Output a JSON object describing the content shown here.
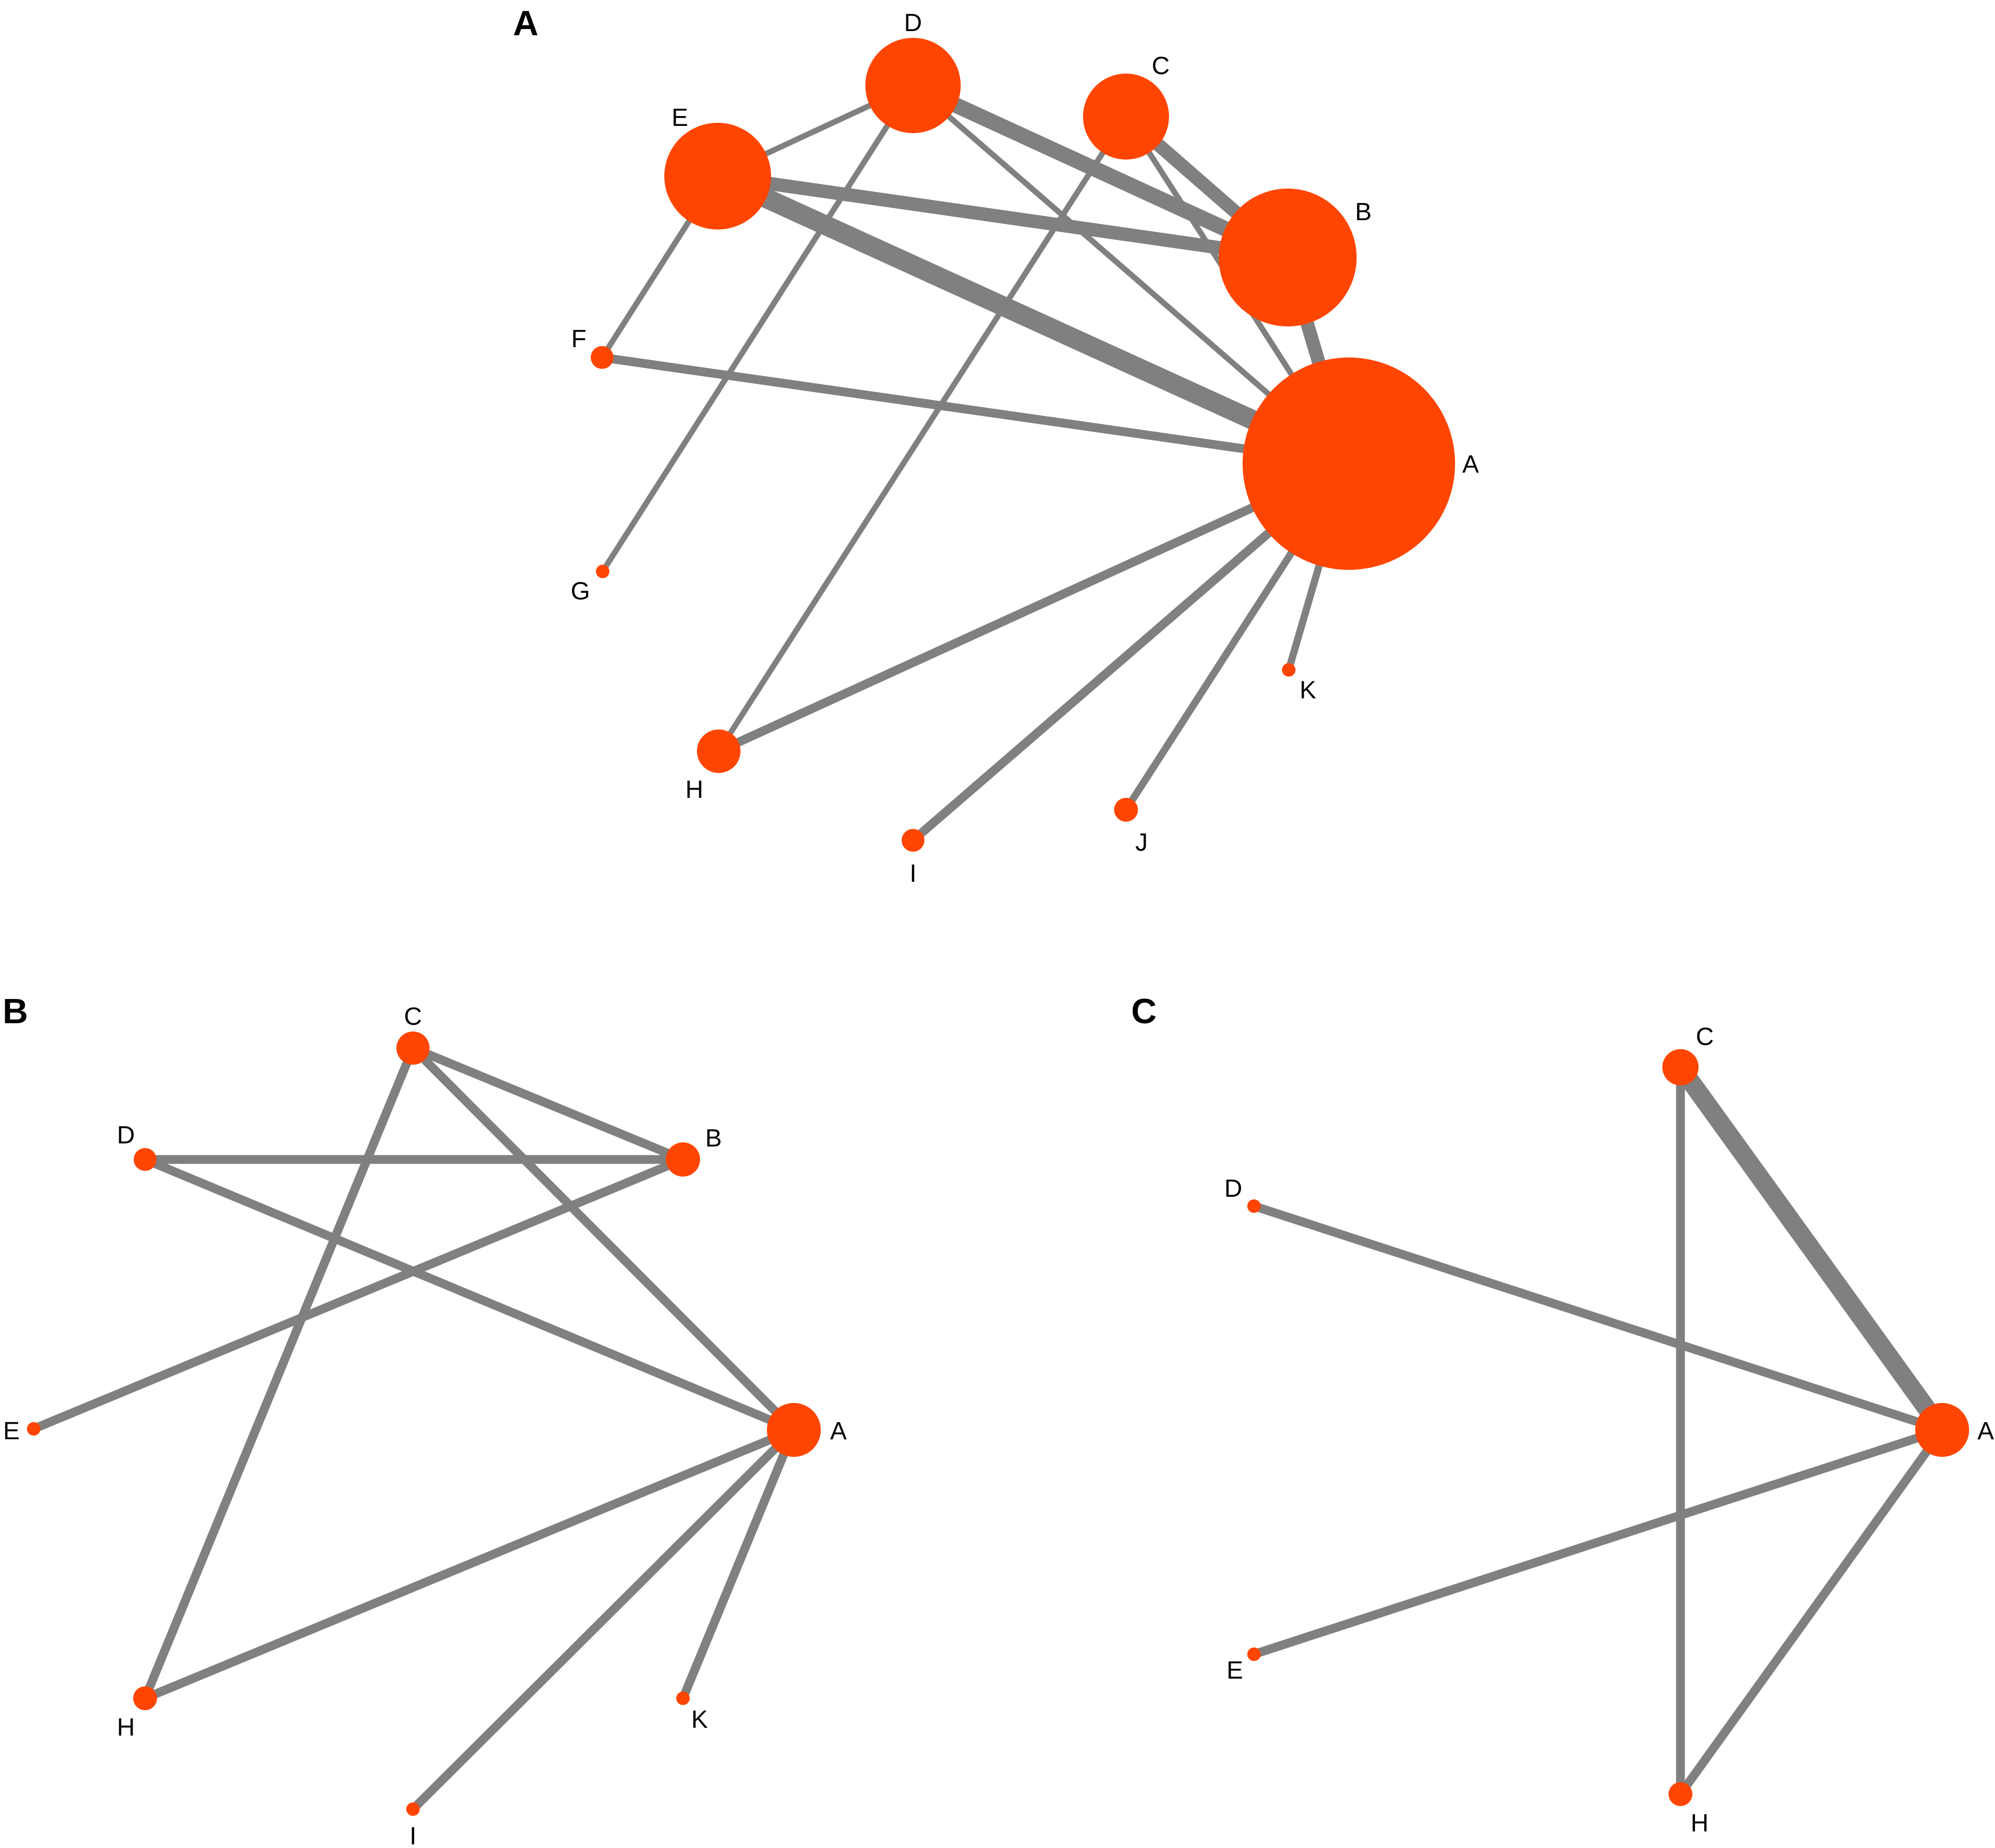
{
  "colors": {
    "node": "#FF4500",
    "edge": "#808080",
    "text": "#000000",
    "background": "#FFFFFF"
  },
  "panels": [
    {
      "label": "A",
      "nodes": [
        {
          "id": "A",
          "label": "A"
        },
        {
          "id": "B",
          "label": "B"
        },
        {
          "id": "C",
          "label": "C"
        },
        {
          "id": "D",
          "label": "D"
        },
        {
          "id": "E",
          "label": "E"
        },
        {
          "id": "F",
          "label": "F"
        },
        {
          "id": "G",
          "label": "G"
        },
        {
          "id": "H",
          "label": "H"
        },
        {
          "id": "I",
          "label": "I"
        },
        {
          "id": "J",
          "label": "J"
        },
        {
          "id": "K",
          "label": "K"
        }
      ],
      "edges": [
        {
          "from": "E",
          "to": "A"
        },
        {
          "from": "E",
          "to": "B"
        },
        {
          "from": "E",
          "to": "F"
        },
        {
          "from": "D",
          "to": "E"
        },
        {
          "from": "D",
          "to": "G"
        },
        {
          "from": "D",
          "to": "B"
        },
        {
          "from": "D",
          "to": "A"
        },
        {
          "from": "C",
          "to": "B"
        },
        {
          "from": "C",
          "to": "A"
        },
        {
          "from": "C",
          "to": "H"
        },
        {
          "from": "B",
          "to": "A"
        },
        {
          "from": "F",
          "to": "A"
        },
        {
          "from": "H",
          "to": "A"
        },
        {
          "from": "I",
          "to": "A"
        },
        {
          "from": "J",
          "to": "A"
        },
        {
          "from": "K",
          "to": "A"
        }
      ]
    },
    {
      "label": "B",
      "nodes": [
        {
          "id": "A",
          "label": "A"
        },
        {
          "id": "B",
          "label": "B"
        },
        {
          "id": "C",
          "label": "C"
        },
        {
          "id": "D",
          "label": "D"
        },
        {
          "id": "E",
          "label": "E"
        },
        {
          "id": "H",
          "label": "H"
        },
        {
          "id": "I",
          "label": "I"
        },
        {
          "id": "K",
          "label": "K"
        }
      ],
      "edges": [
        {
          "from": "C",
          "to": "B"
        },
        {
          "from": "C",
          "to": "A"
        },
        {
          "from": "C",
          "to": "H"
        },
        {
          "from": "D",
          "to": "B"
        },
        {
          "from": "D",
          "to": "A"
        },
        {
          "from": "B",
          "to": "E"
        },
        {
          "from": "H",
          "to": "A"
        },
        {
          "from": "I",
          "to": "A"
        },
        {
          "from": "K",
          "to": "A"
        }
      ]
    },
    {
      "label": "C",
      "nodes": [
        {
          "id": "A",
          "label": "A"
        },
        {
          "id": "C",
          "label": "C"
        },
        {
          "id": "D",
          "label": "D"
        },
        {
          "id": "E",
          "label": "E"
        },
        {
          "id": "H",
          "label": "H"
        }
      ],
      "edges": [
        {
          "from": "C",
          "to": "A"
        },
        {
          "from": "C",
          "to": "H"
        },
        {
          "from": "D",
          "to": "A"
        },
        {
          "from": "E",
          "to": "A"
        },
        {
          "from": "H",
          "to": "A"
        }
      ]
    }
  ]
}
